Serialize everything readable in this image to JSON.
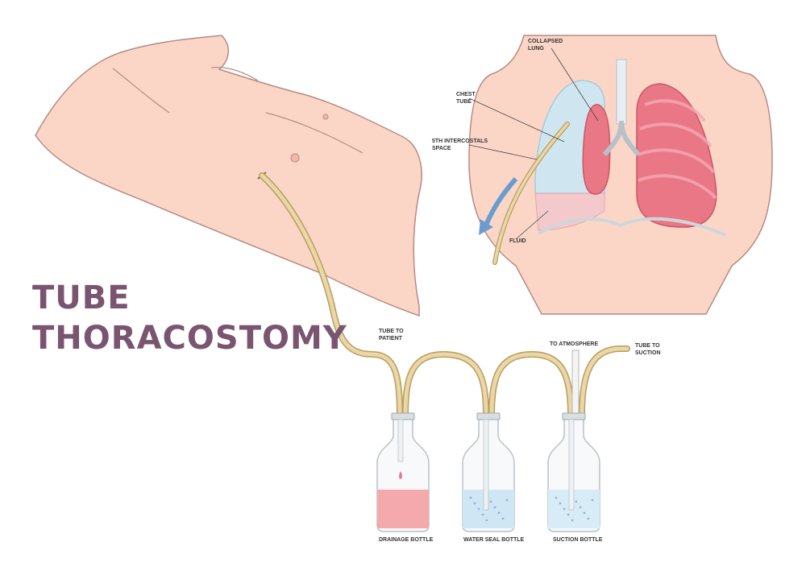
{
  "title": {
    "line1": "TUBE",
    "line2": "THORACOSTOMY",
    "color": "#7a5570"
  },
  "labels": {
    "collapsed_lung": "COLLAPSED\nLUNG",
    "chest_tube": "CHEST\nTUBE",
    "intercostal_space": "5th INTERCOSTALS\nSPACE",
    "fluid": "FLUID",
    "tube_to_patient": "TUBE TO\nPATIENT",
    "to_atmosphere": "TO ATMOSPHERE",
    "tube_to_suction": "TUBE TO\nSUCTION"
  },
  "bottles": [
    {
      "label": "DRAINAGE BOTTLE",
      "liquid": "#f4a9ad"
    },
    {
      "label": "WATER SEAL BOTTLE",
      "liquid": "#cfe6f5"
    },
    {
      "label": "SUCTION BOTTLE",
      "liquid": "#d8ecf8"
    }
  ],
  "colors": {
    "skin": "#fbd6c7",
    "skin_outline": "#b58b84",
    "tube": "#ead7a5",
    "lung": "#ea7785",
    "lung_ribs": "#f6a9b3",
    "air": "#cfe6f1",
    "fluid": "#f3c9cc",
    "arrow": "#6b9cd0"
  }
}
